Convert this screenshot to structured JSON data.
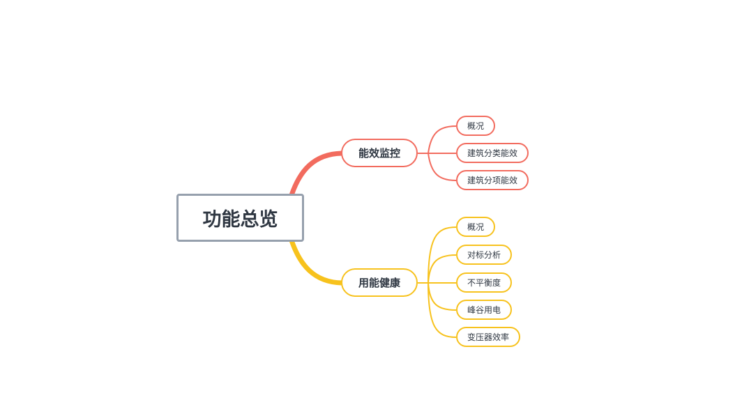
{
  "root": {
    "label": "功能总览"
  },
  "branches": [
    {
      "label": "能效监控",
      "color": "#f26b5e",
      "children": [
        "概况",
        "建筑分类能效",
        "建筑分项能效"
      ]
    },
    {
      "label": "用能健康",
      "color": "#f7c21d",
      "children": [
        "概况",
        "对标分析",
        "不平衡度",
        "峰谷用电",
        "变压器效率"
      ]
    }
  ],
  "colors": {
    "root_border": "#96a0ad",
    "text": "#2f3742",
    "background": "#ffffff"
  }
}
